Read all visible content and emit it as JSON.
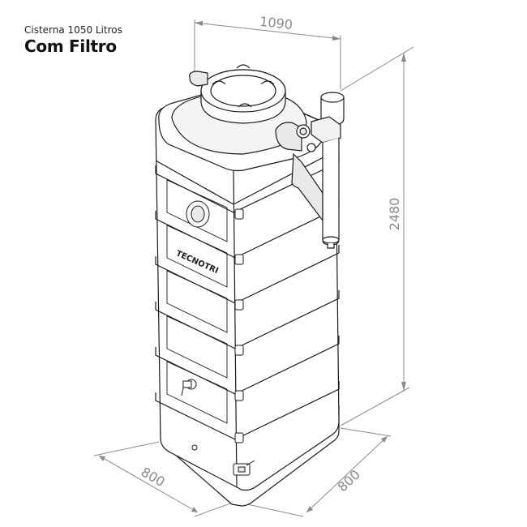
{
  "header": {
    "subtitle": "Cisterna 1050 Litros",
    "title": "Com Filtro"
  },
  "dimensions": {
    "top_width": "1090",
    "height": "2480",
    "left_depth": "800",
    "right_depth": "800"
  },
  "brand": {
    "logo_text": "TECNOTRI"
  },
  "colors": {
    "stroke": "#1a1a1a",
    "dimension": "#8a8a8a",
    "fill": "#ffffff",
    "shade": "#e9e9e9"
  }
}
